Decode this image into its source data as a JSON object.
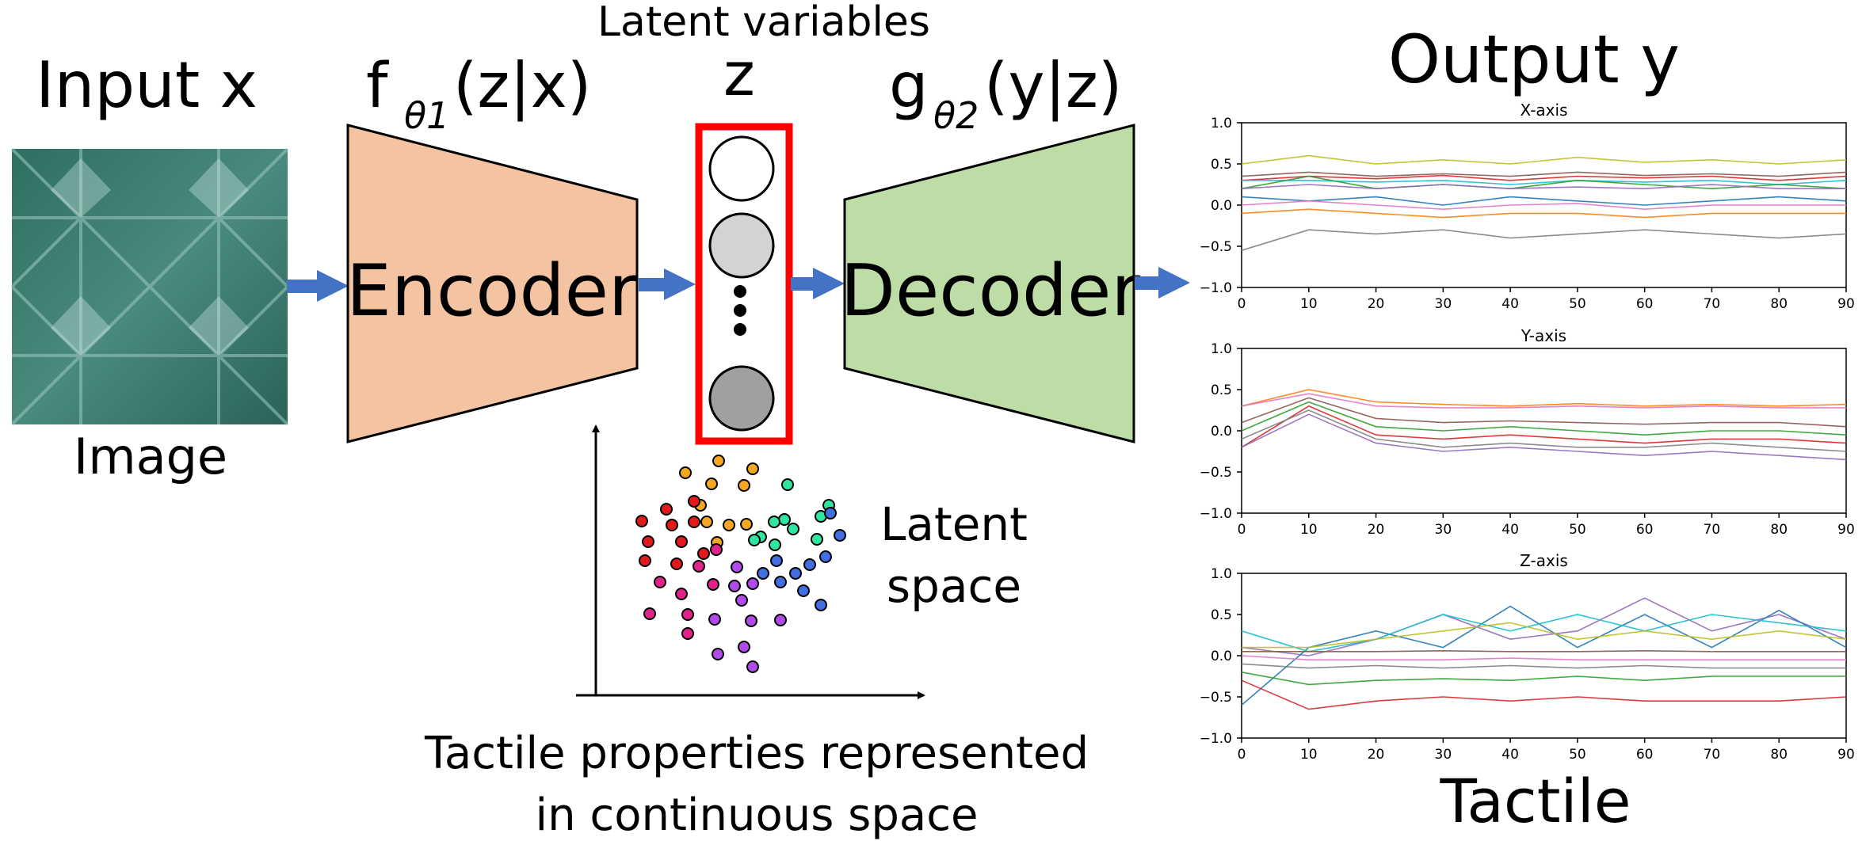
{
  "title_input": "Input x",
  "caption_image": "Image",
  "encoder": {
    "fn": "f",
    "sub": "θ1",
    "args": "(z|x)",
    "label": "Encoder",
    "color": "#f4c4a2"
  },
  "latent": {
    "title": "Latent variables",
    "symbol": "z",
    "box_color": "#ff0000",
    "node_fills": [
      "#ffffff",
      "#d3d3d3",
      "#a0a0a0"
    ]
  },
  "decoder": {
    "fn": "g",
    "sub": "θ2",
    "args": "(y|z)",
    "label": "Decoder",
    "color": "#bddca6"
  },
  "latent_space": {
    "line1": "Latent",
    "line2": "space"
  },
  "caption_tactile_props": {
    "line1": "Tactile properties represented",
    "line2": "in continuous space"
  },
  "title_output": "Output y",
  "caption_tactile": "Tactile",
  "arrow_color": "#4472c4",
  "chart_data": [
    {
      "type": "line",
      "title": "X-axis",
      "xlim": [
        0,
        90
      ],
      "ylim": [
        -1.0,
        1.0
      ],
      "xticks": [
        0,
        10,
        20,
        30,
        40,
        50,
        60,
        70,
        80,
        90
      ],
      "yticks": [
        "1.0",
        "0.5",
        "0.0",
        "−0.5",
        "−1.0"
      ],
      "series": [
        {
          "color": "#bcbd22",
          "values": [
            0.5,
            0.6,
            0.5,
            0.55,
            0.5,
            0.58,
            0.52,
            0.55,
            0.5,
            0.55
          ]
        },
        {
          "color": "#8c564b",
          "values": [
            0.35,
            0.4,
            0.35,
            0.38,
            0.35,
            0.4,
            0.36,
            0.38,
            0.35,
            0.4
          ]
        },
        {
          "color": "#d62728",
          "values": [
            0.3,
            0.35,
            0.32,
            0.36,
            0.3,
            0.35,
            0.33,
            0.35,
            0.3,
            0.35
          ]
        },
        {
          "color": "#17becf",
          "values": [
            0.3,
            0.3,
            0.28,
            0.3,
            0.25,
            0.3,
            0.28,
            0.3,
            0.25,
            0.3
          ]
        },
        {
          "color": "#2ca02c",
          "values": [
            0.2,
            0.35,
            0.2,
            0.25,
            0.2,
            0.3,
            0.25,
            0.2,
            0.25,
            0.2
          ]
        },
        {
          "color": "#9467bd",
          "values": [
            0.2,
            0.25,
            0.2,
            0.25,
            0.2,
            0.22,
            0.2,
            0.25,
            0.2,
            0.2
          ]
        },
        {
          "color": "#1f77b4",
          "values": [
            0.1,
            0.05,
            0.1,
            0.0,
            0.1,
            0.05,
            0.0,
            0.05,
            0.1,
            0.05
          ]
        },
        {
          "color": "#e377c2",
          "values": [
            0.0,
            0.05,
            0.0,
            -0.05,
            0.0,
            0.02,
            -0.05,
            0.0,
            0.0,
            0.0
          ]
        },
        {
          "color": "#ff7f0e",
          "values": [
            -0.1,
            -0.05,
            -0.1,
            -0.15,
            -0.1,
            -0.1,
            -0.15,
            -0.1,
            -0.1,
            -0.1
          ]
        },
        {
          "color": "#7f7f7f",
          "values": [
            -0.55,
            -0.3,
            -0.35,
            -0.3,
            -0.4,
            -0.35,
            -0.3,
            -0.35,
            -0.4,
            -0.35
          ]
        }
      ]
    },
    {
      "type": "line",
      "title": "Y-axis",
      "xlim": [
        0,
        90
      ],
      "ylim": [
        -1.0,
        1.0
      ],
      "xticks": [
        0,
        10,
        20,
        30,
        40,
        50,
        60,
        70,
        80,
        90
      ],
      "yticks": [
        "1.0",
        "0.5",
        "0.0",
        "−0.5",
        "−1.0"
      ],
      "series": [
        {
          "color": "#ff7f0e",
          "values": [
            0.3,
            0.5,
            0.35,
            0.32,
            0.3,
            0.33,
            0.3,
            0.32,
            0.3,
            0.32
          ]
        },
        {
          "color": "#e377c2",
          "values": [
            0.3,
            0.45,
            0.3,
            0.28,
            0.28,
            0.3,
            0.28,
            0.3,
            0.28,
            0.28
          ]
        },
        {
          "color": "#8c564b",
          "values": [
            0.1,
            0.4,
            0.15,
            0.1,
            0.12,
            0.1,
            0.08,
            0.1,
            0.1,
            0.05
          ]
        },
        {
          "color": "#2ca02c",
          "values": [
            0.0,
            0.35,
            0.05,
            0.0,
            0.05,
            0.0,
            -0.05,
            0.0,
            0.0,
            -0.05
          ]
        },
        {
          "color": "#d62728",
          "values": [
            -0.2,
            0.3,
            -0.05,
            -0.1,
            -0.05,
            -0.1,
            -0.15,
            -0.1,
            -0.1,
            -0.15
          ]
        },
        {
          "color": "#7f7f7f",
          "values": [
            -0.1,
            0.25,
            -0.1,
            -0.2,
            -0.15,
            -0.2,
            -0.2,
            -0.15,
            -0.2,
            -0.25
          ]
        },
        {
          "color": "#9467bd",
          "values": [
            -0.2,
            0.2,
            -0.15,
            -0.25,
            -0.2,
            -0.25,
            -0.3,
            -0.25,
            -0.3,
            -0.35
          ]
        }
      ]
    },
    {
      "type": "line",
      "title": "Z-axis",
      "xlim": [
        0,
        90
      ],
      "ylim": [
        -1.0,
        1.0
      ],
      "xticks": [
        0,
        10,
        20,
        30,
        40,
        50,
        60,
        70,
        80,
        90
      ],
      "yticks": [
        "1.0",
        "0.5",
        "0.0",
        "−0.5",
        "−1.0"
      ],
      "series": [
        {
          "color": "#9467bd",
          "values": [
            0.1,
            0.0,
            0.2,
            0.5,
            0.2,
            0.3,
            0.7,
            0.3,
            0.5,
            0.2
          ]
        },
        {
          "color": "#1f77b4",
          "values": [
            -0.6,
            0.1,
            0.3,
            0.1,
            0.6,
            0.1,
            0.5,
            0.1,
            0.55,
            0.1
          ]
        },
        {
          "color": "#17becf",
          "values": [
            0.3,
            0.05,
            0.2,
            0.5,
            0.3,
            0.5,
            0.3,
            0.5,
            0.4,
            0.3
          ]
        },
        {
          "color": "#bcbd22",
          "values": [
            0.1,
            0.1,
            0.2,
            0.3,
            0.4,
            0.2,
            0.3,
            0.2,
            0.3,
            0.2
          ]
        },
        {
          "color": "#8c564b",
          "values": [
            0.05,
            0.05,
            0.05,
            0.06,
            0.05,
            0.05,
            0.06,
            0.05,
            0.05,
            0.05
          ]
        },
        {
          "color": "#e377c2",
          "values": [
            0.0,
            -0.05,
            -0.05,
            -0.05,
            -0.03,
            -0.05,
            -0.05,
            -0.05,
            -0.05,
            -0.05
          ]
        },
        {
          "color": "#7f7f7f",
          "values": [
            -0.1,
            -0.15,
            -0.12,
            -0.15,
            -0.12,
            -0.15,
            -0.12,
            -0.15,
            -0.15,
            -0.15
          ]
        },
        {
          "color": "#2ca02c",
          "values": [
            -0.2,
            -0.35,
            -0.3,
            -0.28,
            -0.3,
            -0.25,
            -0.3,
            -0.25,
            -0.25,
            -0.25
          ]
        },
        {
          "color": "#d62728",
          "values": [
            -0.3,
            -0.65,
            -0.55,
            -0.5,
            -0.55,
            -0.5,
            -0.55,
            -0.55,
            -0.55,
            -0.5
          ]
        }
      ]
    }
  ]
}
